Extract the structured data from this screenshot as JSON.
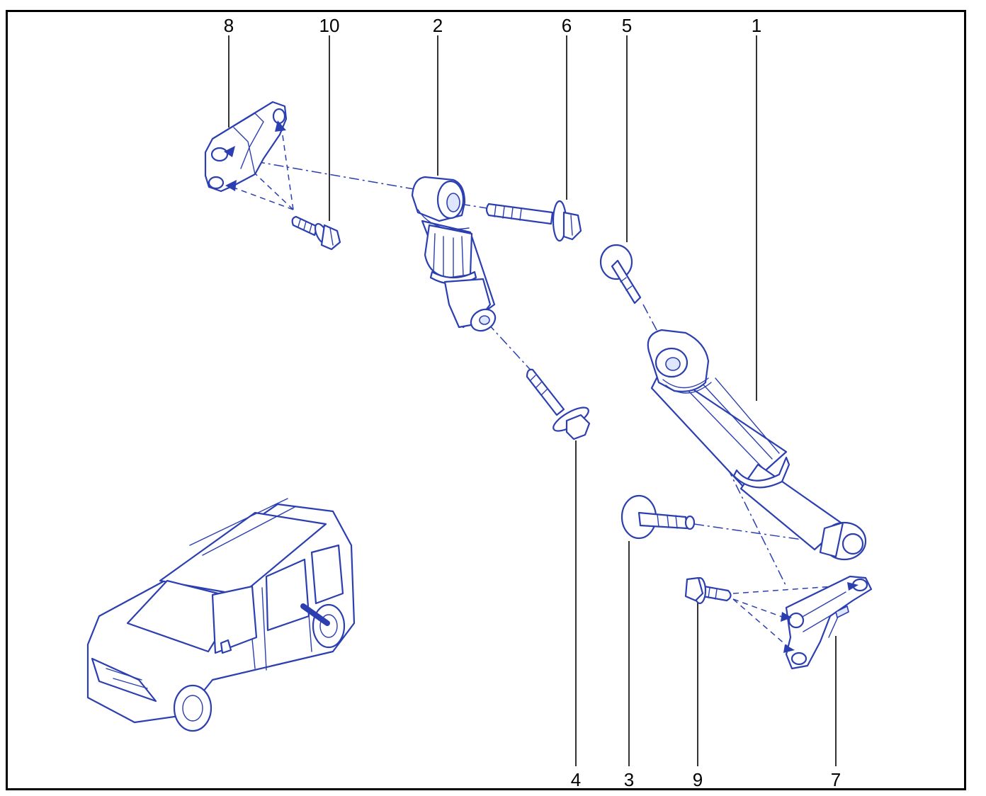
{
  "callouts": {
    "c1": "1",
    "c2": "2",
    "c3": "3",
    "c4": "4",
    "c5": "5",
    "c6": "6",
    "c7": "7",
    "c8": "8",
    "c9": "9",
    "c10": "10"
  },
  "colors": {
    "line_art": "#2b3fb0",
    "callout_text": "#000000",
    "frame": "#000000"
  }
}
